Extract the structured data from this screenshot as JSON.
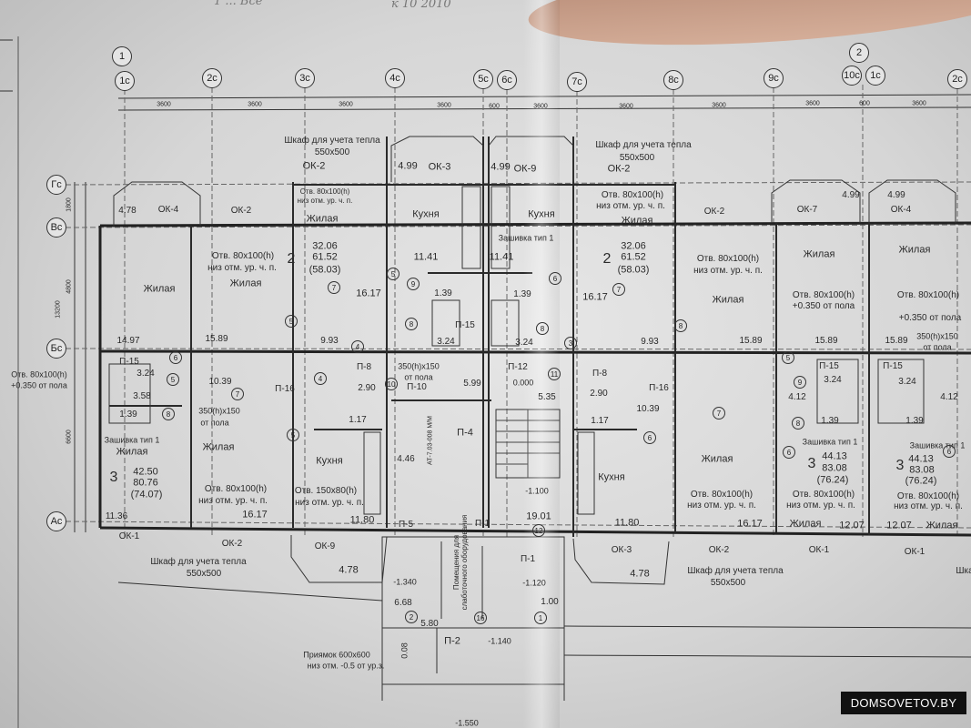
{
  "handwriting": [
    "1 ... Все",
    "к 10 2010"
  ],
  "watermark": "DOMSOVETOV.BY",
  "axes_top": [
    "1",
    "1с",
    "2с",
    "3с",
    "4с",
    "5с",
    "6с",
    "7с",
    "8с",
    "9с",
    "10с",
    "1с",
    "2",
    "2с"
  ],
  "axes_left": [
    "Гс",
    "Вс",
    "Бс",
    "Ас"
  ],
  "dimensions": [
    "3600",
    "3600",
    "3600",
    "3600",
    "600",
    "3600",
    "3600",
    "3600",
    "3600",
    "600",
    "3600",
    "1800",
    "4800",
    "13200",
    "6600"
  ],
  "labels": [
    "Шкаф для учета тепла",
    "550x500",
    "ОК-2",
    "4.99",
    "ОК-3",
    "4.99",
    "ОК-9",
    "Шкаф для учета тепла",
    "550x500",
    "ОК-2",
    "Отв. 80x100(h)",
    "низ отм. ур. ч. п.",
    "Жилая",
    "Кухня",
    "Кухня",
    "Жилая",
    "4.78",
    "ОК-4",
    "ОК-2",
    "ОК-2",
    "ОК-7",
    "ОК-4",
    "4.99",
    "4.99",
    "Отв. 80x100(h)",
    "низ отм. ур. ч. п.",
    "2",
    "32.06",
    "61.52",
    "(58.03)",
    "2",
    "32.06",
    "61.52",
    "(58.03)",
    "Жилая",
    "Жилая",
    "Отв. 80x100(h)",
    "низ отм. ур. ч. п.",
    "Отв. 80x100(h)",
    "низ отм. ур. ч. п.",
    "Жилая",
    "Жилая",
    "Жилая",
    "Отв. 80x100(h)",
    "+0.350 от пола",
    "Отв. 80x100(h)",
    "+0.350 от пола",
    "11.41",
    "11.41",
    "Зашивка тип 1",
    "16.17",
    "16.17",
    "1.39",
    "1.39",
    "П-15",
    "3.24",
    "3.24",
    "14.97",
    "15.89",
    "9.93",
    "9.93",
    "15.89",
    "15.89",
    "15.89",
    "350(h)x150",
    "от пола",
    "Отв. 80x100(h)",
    "+0.350 от пола",
    "П-15",
    "3.24",
    "3.58",
    "10.39",
    "П-16",
    "П-8",
    "П-10",
    "350(h)x150",
    "от пола",
    "5.99",
    "П-12",
    "0.000",
    "5.35",
    "П-8",
    "2.90",
    "П-16",
    "2.90",
    "10.39",
    "П-15",
    "3.24",
    "П-15",
    "3.24",
    "4.12",
    "4.12",
    "1.39",
    "350(h)x150",
    "от пола",
    "1.17",
    "1.17",
    "1.39",
    "1.39",
    "Зашивка тип 1",
    "Жилая",
    "Жилая",
    "Кухня",
    "П-4",
    "4.46",
    "Кухня",
    "Жилая",
    "Зашивка тип 1",
    "Зашивка тип 1",
    "3",
    "42.50",
    "80.76",
    "(74.07)",
    "3",
    "44.13",
    "83.08",
    "(76.24)",
    "3",
    "44.13",
    "83.08",
    "(76.24)",
    "Отв. 80x100(h)",
    "низ отм. ур. ч. п.",
    "Отв. 150x80(h)",
    "низ отм. ур. ч. п.",
    "Отв. 80x100(h)",
    "низ отм. ур. ч. п.",
    "Отв. 80x100(h)",
    "низ отм. ур. ч. п.",
    "Отв. 80x100(h)",
    "низ отм. ур. ч. п.",
    "-1.100",
    "П-5",
    "П-1",
    "19.01",
    "11.36",
    "16.17",
    "11.80",
    "11.80",
    "16.17",
    "Жилая",
    "12.07",
    "12.07",
    "Жилая",
    "ОК-1",
    "ОК-2",
    "ОК-9",
    "ОК-3",
    "ОК-2",
    "ОК-1",
    "ОК-1",
    "Шкаф для учета тепла",
    "550x500",
    "4.78",
    "4.78",
    "Шкаф для учета тепла",
    "550x500",
    "Шка",
    "-1.340",
    "П-1",
    "-1.120",
    "6.68",
    "5.80",
    "1.00",
    "П-2",
    "-1.140",
    "Приямок 600x600",
    "низ отм. -0.5 от ур.з.",
    "-1.550",
    "Помещения для слаботочного оборудования",
    "АТ-7.03-008 М/М",
    "0.08"
  ],
  "markers": [
    "7",
    "5",
    "5",
    "9",
    "8",
    "6",
    "8",
    "4",
    "4",
    "3",
    "11",
    "10",
    "7",
    "5",
    "7",
    "8",
    "5",
    "9",
    "8",
    "6",
    "7",
    "6",
    "6",
    "6",
    "5",
    "8",
    "2",
    "16",
    "1",
    "12"
  ]
}
